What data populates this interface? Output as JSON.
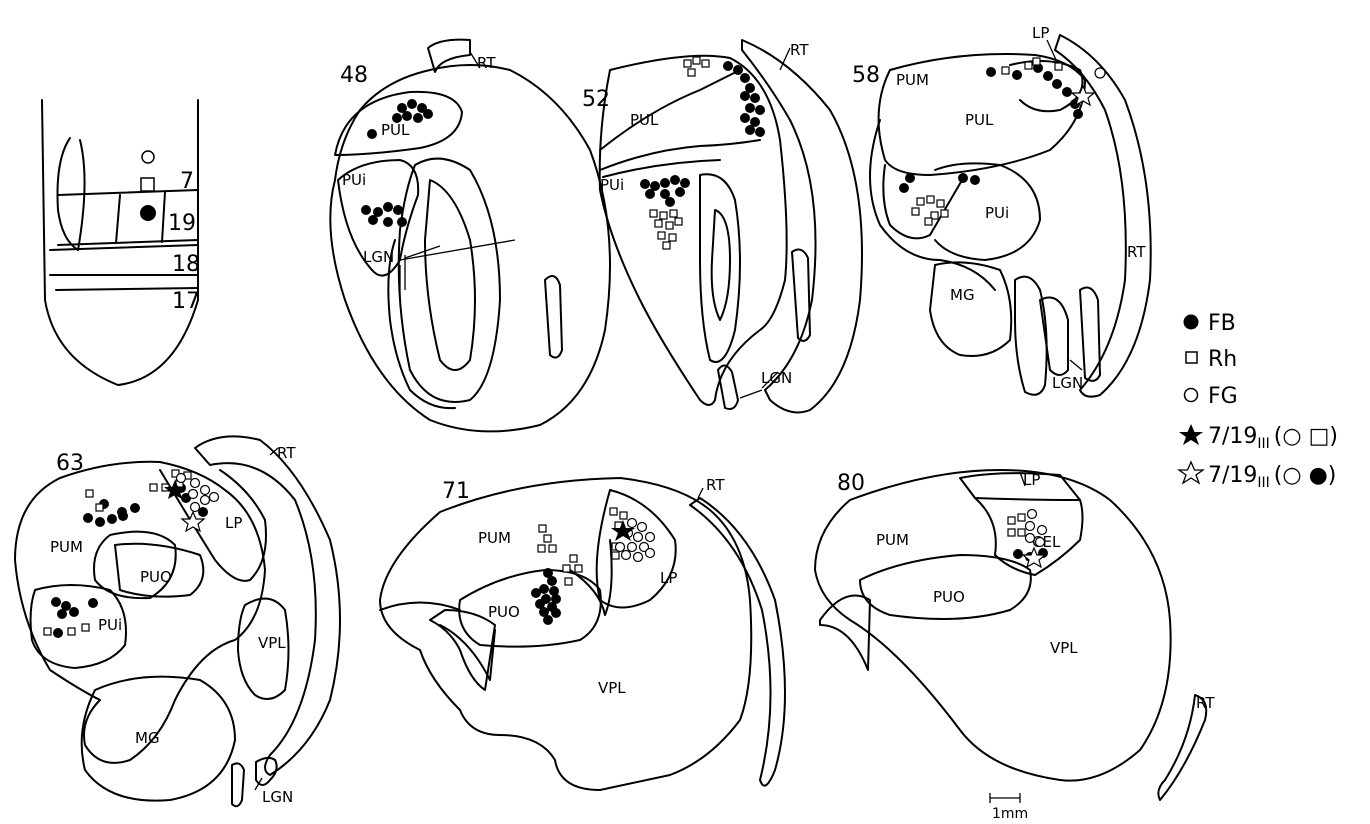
{
  "sections": [
    {
      "id": "48",
      "labels": {
        "pul": "PUL",
        "pui": "PUi",
        "rt": "RT",
        "lgn": "LGN"
      }
    },
    {
      "id": "52",
      "labels": {
        "pul": "PUL",
        "pui": "PUi",
        "rt": "RT",
        "lgn": "LGN"
      }
    },
    {
      "id": "58",
      "labels": {
        "lp": "LP",
        "pum": "PUM",
        "pul": "PUL",
        "pui": "PUi",
        "rt": "RT",
        "mg": "MG",
        "lgn": "LGN"
      }
    },
    {
      "id": "63",
      "labels": {
        "pum": "PUM",
        "puo": "PUO",
        "pui": "PUi",
        "lp": "LP",
        "rt": "RT",
        "vpl": "VPL",
        "mg": "MG",
        "lgn": "LGN"
      }
    },
    {
      "id": "71",
      "labels": {
        "pum": "PUM",
        "puo": "PUO",
        "lp": "LP",
        "rt": "RT",
        "vpl": "VPL"
      }
    },
    {
      "id": "80",
      "labels": {
        "lp": "LP",
        "pum": "PUM",
        "cel": "CEL",
        "puo": "PUO",
        "vpl": "VPL",
        "rt": "RT"
      }
    }
  ],
  "cortex": {
    "areas": [
      "7",
      "19",
      "18",
      "17"
    ]
  },
  "legend": [
    {
      "symbol": "filled-circle",
      "label": "FB"
    },
    {
      "symbol": "open-square",
      "label": "Rh"
    },
    {
      "symbol": "open-circle",
      "label": "FG"
    },
    {
      "symbol": "filled-star",
      "label": "7/19",
      "sub": "III",
      "suffix": "(○ □)"
    },
    {
      "symbol": "open-star",
      "label": "7/19",
      "sub": "III",
      "suffix": "(○ ●)"
    }
  ],
  "scale_bar": {
    "label": "1mm"
  },
  "colors": {
    "ink": "#000000",
    "background": "#ffffff"
  }
}
